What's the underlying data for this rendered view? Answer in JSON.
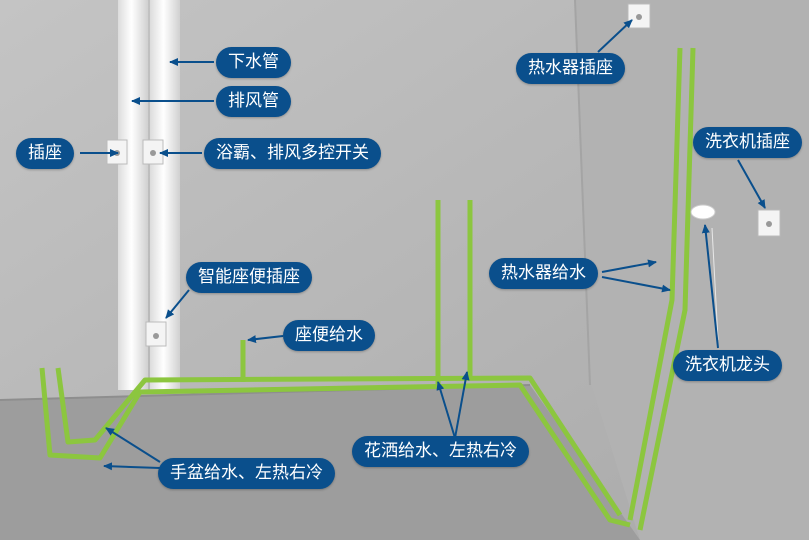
{
  "labels": {
    "drain_pipe": "下水管",
    "exhaust_pipe": "排风管",
    "socket": "插座",
    "bath_heater_switch": "浴霸、排风多控开关",
    "smart_toilet_socket": "智能座便插座",
    "toilet_water_supply": "座便给水",
    "basin_water_supply": "手盆给水、左热右冷",
    "shower_water_supply": "花洒给水、左热右冷",
    "water_heater_socket": "热水器插座",
    "water_heater_supply": "热水器给水",
    "washer_socket": "洗衣机插座",
    "washer_faucet": "洗衣机龙头"
  },
  "colors": {
    "label_bg": "#0a4f8c",
    "label_text": "#ffffff",
    "pipe_green": "#8cc63f",
    "arrow_blue": "#0a4f8c",
    "wall": "#b9b9b9",
    "floor": "#9d9d9d"
  }
}
